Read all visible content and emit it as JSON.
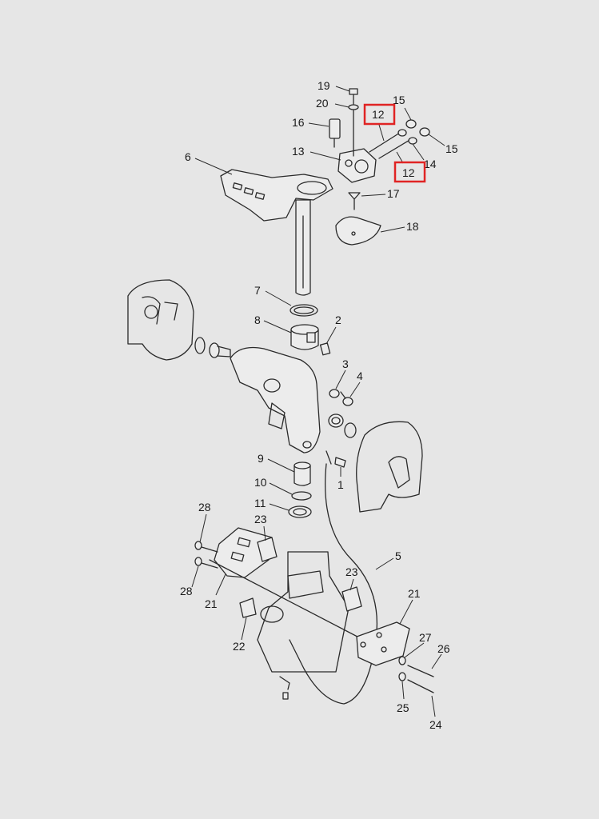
{
  "highlight_color": "#e02424",
  "callouts": {
    "c19": "19",
    "c20": "20",
    "c16": "16",
    "c13": "13",
    "c6": "6",
    "c15a": "15",
    "c15b": "15",
    "c14": "14",
    "c17": "17",
    "c18": "18",
    "c7": "7",
    "c8": "8",
    "c2": "2",
    "c3": "3",
    "c4": "4",
    "c9": "9",
    "c10": "10",
    "c11": "11",
    "c1": "1",
    "c5": "5",
    "c28a": "28",
    "c28b": "28",
    "c23a": "23",
    "c23b": "23",
    "c21a": "21",
    "c21b": "21",
    "c22": "22",
    "c27": "27",
    "c26": "26",
    "c25": "25",
    "c24": "24"
  },
  "highlighted": {
    "h12a": "12",
    "h12b": "12"
  }
}
